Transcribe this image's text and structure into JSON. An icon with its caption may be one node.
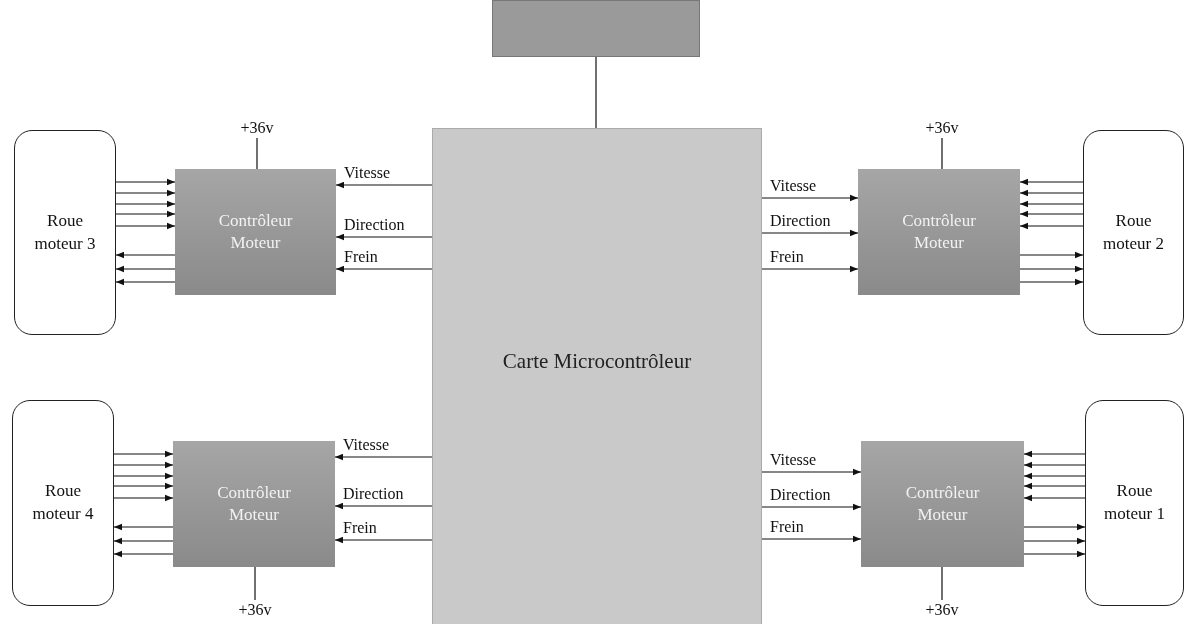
{
  "diagram": {
    "nodes": [
      {
        "text": [],
        "shape": "box"
      },
      {
        "text": [
          "Carte Microcontrôleur"
        ]
      },
      {
        "text": [
          "Roue moteur 3"
        ]
      },
      {
        "text": [
          "Contrôleur Moteur"
        ]
      },
      {
        "text": [
          "Contrôleur Moteur"
        ]
      },
      {
        "text": [
          "Roue moteur 2"
        ]
      },
      {
        "text": [
          "Roue moteur 4"
        ]
      },
      {
        "text": [
          "Contrôleur Moteur"
        ]
      },
      {
        "text": [
          "Contrôleur Moteur"
        ]
      },
      {
        "text": [
          "Roue moteur 1"
        ]
      },
      {
        "text": [
          "+36v"
        ]
      },
      {
        "text": [
          "+36v"
        ]
      },
      {
        "text": [
          "+36v"
        ]
      },
      {
        "text": [
          "+36v"
        ]
      }
    ],
    "edges": [
      {
        "from": 0,
        "to": 1,
        "arrow": "none"
      },
      {
        "from": 1,
        "to": 3,
        "arrow": "to",
        "label": "Vitesse"
      },
      {
        "from": 1,
        "to": 3,
        "arrow": "to",
        "label": "Direction"
      },
      {
        "from": 1,
        "to": 3,
        "arrow": "to",
        "label": "Frein"
      },
      {
        "from": 2,
        "to": 3,
        "arrow": "to"
      },
      {
        "from": 2,
        "to": 3,
        "arrow": "to"
      },
      {
        "from": 2,
        "to": 3,
        "arrow": "to"
      },
      {
        "from": 2,
        "to": 3,
        "arrow": "to"
      },
      {
        "from": 2,
        "to": 3,
        "arrow": "to"
      },
      {
        "from": 3,
        "to": 2,
        "arrow": "to"
      },
      {
        "from": 3,
        "to": 2,
        "arrow": "to"
      },
      {
        "from": 3,
        "to": 2,
        "arrow": "to"
      },
      {
        "from": 10,
        "to": 3,
        "arrow": "none"
      },
      {
        "from": 1,
        "to": 4,
        "arrow": "to",
        "label": "Vitesse"
      },
      {
        "from": 1,
        "to": 4,
        "arrow": "to",
        "label": "Direction"
      },
      {
        "from": 1,
        "to": 4,
        "arrow": "to",
        "label": "Frein"
      },
      {
        "from": 5,
        "to": 4,
        "arrow": "to"
      },
      {
        "from": 5,
        "to": 4,
        "arrow": "to"
      },
      {
        "from": 5,
        "to": 4,
        "arrow": "to"
      },
      {
        "from": 5,
        "to": 4,
        "arrow": "to"
      },
      {
        "from": 5,
        "to": 4,
        "arrow": "to"
      },
      {
        "from": 4,
        "to": 5,
        "arrow": "to"
      },
      {
        "from": 4,
        "to": 5,
        "arrow": "to"
      },
      {
        "from": 4,
        "to": 5,
        "arrow": "to"
      },
      {
        "from": 11,
        "to": 4,
        "arrow": "none"
      },
      {
        "from": 1,
        "to": 7,
        "arrow": "to",
        "label": "Vitesse"
      },
      {
        "from": 1,
        "to": 7,
        "arrow": "to",
        "label": "Direction"
      },
      {
        "from": 1,
        "to": 7,
        "arrow": "to",
        "label": "Frein"
      },
      {
        "from": 6,
        "to": 7,
        "arrow": "to"
      },
      {
        "from": 6,
        "to": 7,
        "arrow": "to"
      },
      {
        "from": 6,
        "to": 7,
        "arrow": "to"
      },
      {
        "from": 6,
        "to": 7,
        "arrow": "to"
      },
      {
        "from": 6,
        "to": 7,
        "arrow": "to"
      },
      {
        "from": 7,
        "to": 6,
        "arrow": "to"
      },
      {
        "from": 7,
        "to": 6,
        "arrow": "to"
      },
      {
        "from": 7,
        "to": 6,
        "arrow": "to"
      },
      {
        "from": 12,
        "to": 7,
        "arrow": "none"
      },
      {
        "from": 1,
        "to": 8,
        "arrow": "to",
        "label": "Vitesse"
      },
      {
        "from": 1,
        "to": 8,
        "arrow": "to",
        "label": "Direction"
      },
      {
        "from": 1,
        "to": 8,
        "arrow": "to",
        "label": "Frein"
      },
      {
        "from": 9,
        "to": 8,
        "arrow": "to"
      },
      {
        "from": 9,
        "to": 8,
        "arrow": "to"
      },
      {
        "from": 9,
        "to": 8,
        "arrow": "to"
      },
      {
        "from": 9,
        "to": 8,
        "arrow": "to"
      },
      {
        "from": 9,
        "to": 8,
        "arrow": "to"
      },
      {
        "from": 8,
        "to": 9,
        "arrow": "to"
      },
      {
        "from": 8,
        "to": 9,
        "arrow": "to"
      },
      {
        "from": 8,
        "to": 9,
        "arrow": "to"
      },
      {
        "from": 13,
        "to": 8,
        "arrow": "none"
      }
    ]
  }
}
